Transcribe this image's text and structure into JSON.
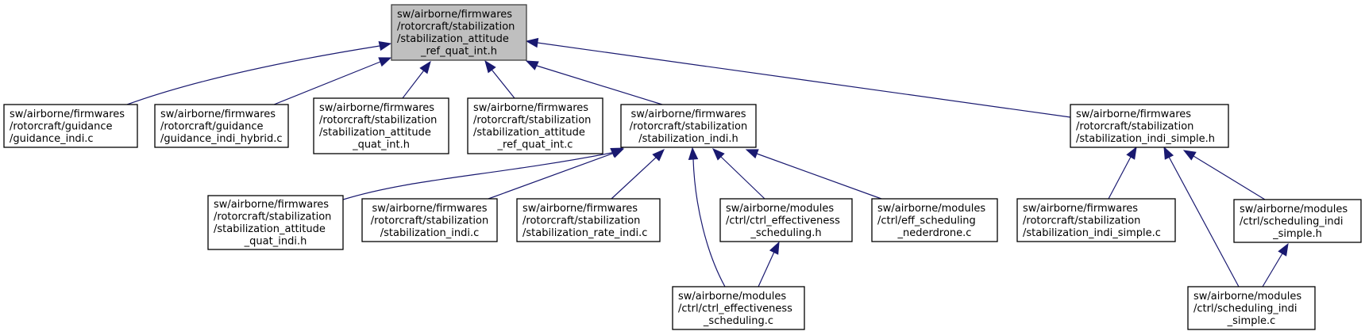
{
  "title": "Include dependency graph for stabilization_attitude_ref_quat_int.h",
  "colors": {
    "edge": "#191970",
    "root_fill": "#bfbfbf",
    "node_fill": "#ffffff",
    "node_stroke": "#000000"
  },
  "nodes": [
    {
      "id": "root",
      "lines": [
        "sw/airborne/firmwares",
        "/rotorcraft/stabilization",
        "/stabilization_attitude",
        "_ref_quat_int.h"
      ],
      "root": true
    },
    {
      "id": "guidance_indi_c",
      "lines": [
        "sw/airborne/firmwares",
        "/rotorcraft/guidance",
        "/guidance_indi.c"
      ]
    },
    {
      "id": "guidance_indi_hybrid_c",
      "lines": [
        "sw/airborne/firmwares",
        "/rotorcraft/guidance",
        "/guidance_indi_hybrid.c"
      ]
    },
    {
      "id": "stab_att_quat_int_h",
      "lines": [
        "sw/airborne/firmwares",
        "/rotorcraft/stabilization",
        "/stabilization_attitude",
        "_quat_int.h"
      ]
    },
    {
      "id": "stab_att_ref_quat_int_c",
      "lines": [
        "sw/airborne/firmwares",
        "/rotorcraft/stabilization",
        "/stabilization_attitude",
        "_ref_quat_int.c"
      ]
    },
    {
      "id": "stab_indi_h",
      "lines": [
        "sw/airborne/firmwares",
        "/rotorcraft/stabilization",
        "/stabilization_indi.h"
      ]
    },
    {
      "id": "stab_indi_simple_h",
      "lines": [
        "sw/airborne/firmwares",
        "/rotorcraft/stabilization",
        "/stabilization_indi_simple.h"
      ]
    },
    {
      "id": "stab_att_quat_indi_h",
      "lines": [
        "sw/airborne/firmwares",
        "/rotorcraft/stabilization",
        "/stabilization_attitude",
        "_quat_indi.h"
      ]
    },
    {
      "id": "stab_indi_c",
      "lines": [
        "sw/airborne/firmwares",
        "/rotorcraft/stabilization",
        "/stabilization_indi.c"
      ]
    },
    {
      "id": "stab_rate_indi_c",
      "lines": [
        "sw/airborne/firmwares",
        "/rotorcraft/stabilization",
        "/stabilization_rate_indi.c"
      ]
    },
    {
      "id": "ctrl_eff_sched_h",
      "lines": [
        "sw/airborne/modules",
        "/ctrl/ctrl_effectiveness",
        "_scheduling.h"
      ]
    },
    {
      "id": "eff_sched_nederdrone_c",
      "lines": [
        "sw/airborne/modules",
        "/ctrl/eff_scheduling",
        "_nederdrone.c"
      ]
    },
    {
      "id": "stab_indi_simple_c",
      "lines": [
        "sw/airborne/firmwares",
        "/rotorcraft/stabilization",
        "/stabilization_indi_simple.c"
      ]
    },
    {
      "id": "sched_indi_simple_h",
      "lines": [
        "sw/airborne/modules",
        "/ctrl/scheduling_indi",
        "_simple.h"
      ]
    },
    {
      "id": "ctrl_eff_sched_c",
      "lines": [
        "sw/airborne/modules",
        "/ctrl/ctrl_effectiveness",
        "_scheduling.c"
      ]
    },
    {
      "id": "sched_indi_simple_c",
      "lines": [
        "sw/airborne/modules",
        "/ctrl/scheduling_indi",
        "_simple.c"
      ]
    }
  ],
  "edges": [
    {
      "from": "guidance_indi_c",
      "to": "root"
    },
    {
      "from": "guidance_indi_hybrid_c",
      "to": "root"
    },
    {
      "from": "stab_att_quat_int_h",
      "to": "root"
    },
    {
      "from": "stab_att_ref_quat_int_c",
      "to": "root"
    },
    {
      "from": "stab_indi_h",
      "to": "root"
    },
    {
      "from": "stab_indi_simple_h",
      "to": "root"
    },
    {
      "from": "stab_att_quat_indi_h",
      "to": "stab_indi_h"
    },
    {
      "from": "stab_indi_c",
      "to": "stab_indi_h"
    },
    {
      "from": "stab_rate_indi_c",
      "to": "stab_indi_h"
    },
    {
      "from": "ctrl_eff_sched_c",
      "to": "stab_indi_h"
    },
    {
      "from": "ctrl_eff_sched_h",
      "to": "stab_indi_h"
    },
    {
      "from": "eff_sched_nederdrone_c",
      "to": "stab_indi_h"
    },
    {
      "from": "ctrl_eff_sched_c",
      "to": "ctrl_eff_sched_h"
    },
    {
      "from": "stab_indi_simple_c",
      "to": "stab_indi_simple_h"
    },
    {
      "from": "sched_indi_simple_c",
      "to": "stab_indi_simple_h"
    },
    {
      "from": "sched_indi_simple_h",
      "to": "stab_indi_simple_h"
    },
    {
      "from": "sched_indi_simple_c",
      "to": "sched_indi_simple_h"
    }
  ]
}
